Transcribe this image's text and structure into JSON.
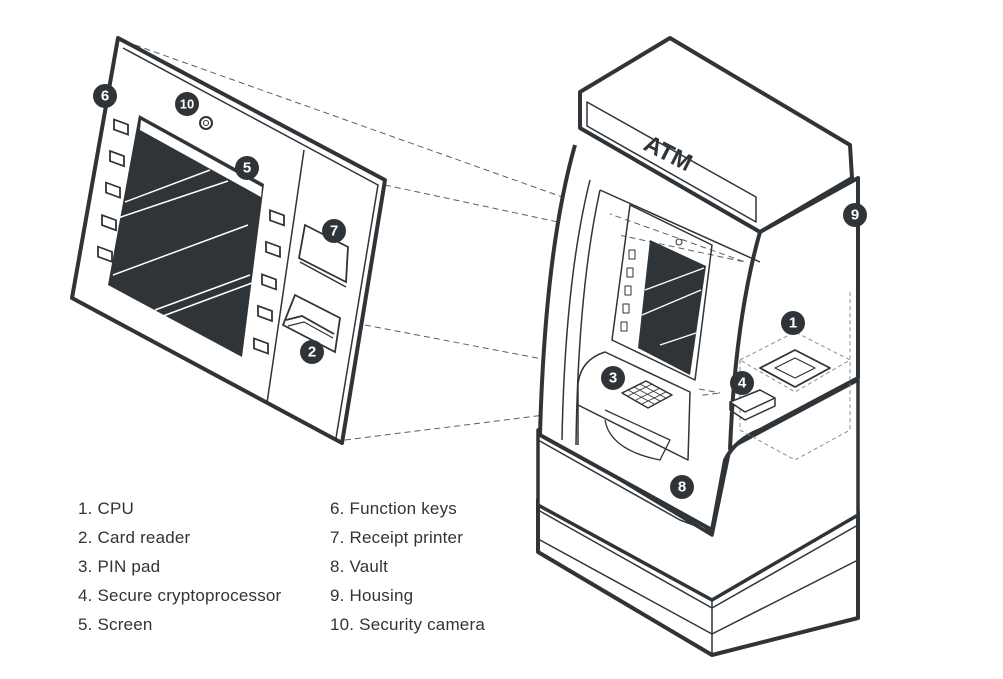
{
  "title": "ATM components diagram",
  "colors": {
    "ink": "#2f3439",
    "paper": "#ffffff",
    "dash": "#5a5f64"
  },
  "sign_text": "ATM",
  "callouts": [
    {
      "num": "1",
      "label": "CPU"
    },
    {
      "num": "2",
      "label": "Card reader"
    },
    {
      "num": "3",
      "label": "PIN pad"
    },
    {
      "num": "4",
      "label": "Secure cryptoprocessor"
    },
    {
      "num": "5",
      "label": "Screen"
    },
    {
      "num": "6",
      "label": "Function keys"
    },
    {
      "num": "7",
      "label": "Receipt printer"
    },
    {
      "num": "8",
      "label": "Vault"
    },
    {
      "num": "9",
      "label": "Housing"
    },
    {
      "num": "10",
      "label": "Security camera"
    }
  ],
  "legend": {
    "left": [
      "1. CPU",
      "2. Card reader",
      "3. PIN pad",
      "4. Secure cryptoprocessor",
      "5. Screen"
    ],
    "right": [
      "6. Function keys",
      "7. Receipt printer",
      "8. Vault",
      "9. Housing",
      "10. Security camera"
    ]
  }
}
